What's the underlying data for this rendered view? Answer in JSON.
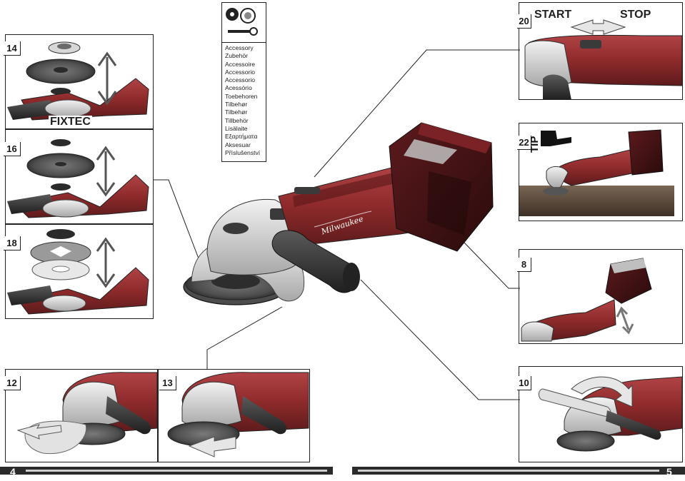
{
  "accessory_box": {
    "icon": "wrench-and-disc-icon",
    "languages": [
      "Accessory",
      "Zubehör",
      "Accessoire",
      "Accessorio",
      "Accessorio",
      "Acessório",
      "Toebehoren",
      "Tilbehør",
      "Tilbehør",
      "Tillbehör",
      "Lisälaite",
      "Εξαρτήματα",
      "Aksesuar",
      "Příslušenství"
    ]
  },
  "figures": {
    "f14": {
      "number": "14",
      "label": "FIXTEC"
    },
    "f16": {
      "number": "16"
    },
    "f18": {
      "number": "18"
    },
    "f12": {
      "number": "12"
    },
    "f13": {
      "number": "13"
    },
    "f20": {
      "number": "20",
      "start": "START",
      "stop": "STOP"
    },
    "f22": {
      "number": "22",
      "tip": "TIP"
    },
    "f8": {
      "number": "8"
    },
    "f10": {
      "number": "10"
    }
  },
  "brand": "Milwaukee",
  "pages": {
    "left": "4",
    "right": "5"
  },
  "colors": {
    "tool_red": "#8e2a2b",
    "tool_dark": "#3a3a3a",
    "disc_dark": "#5a5a5a",
    "guard_light": "#d9d9d9",
    "wood": "#5b4a3a"
  }
}
